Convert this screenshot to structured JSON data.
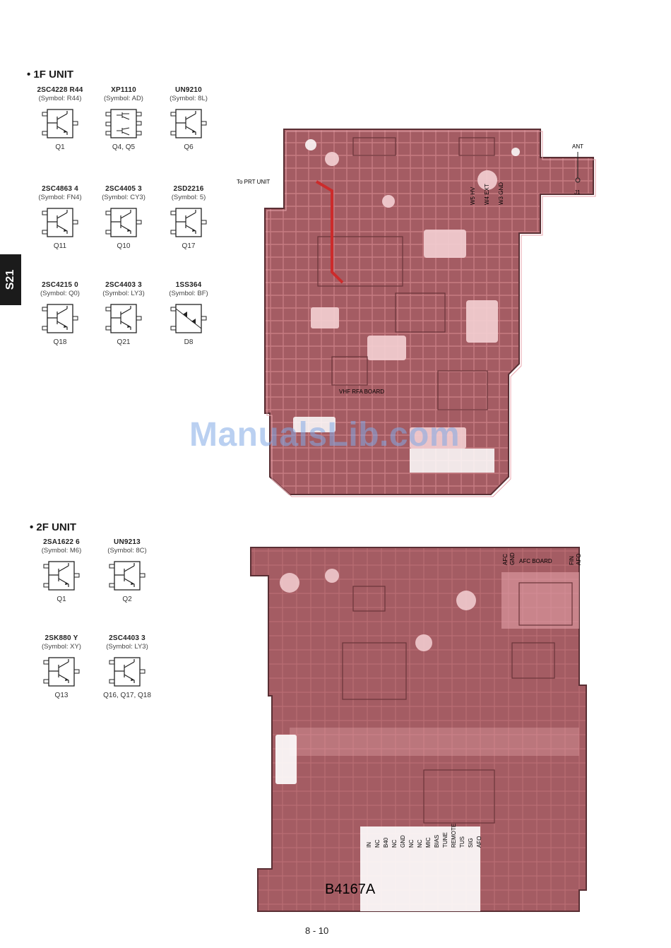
{
  "side_tab": "S21",
  "unit1": {
    "title": "• 1F UNIT",
    "parts": [
      {
        "pn": "2SC4228 R44",
        "sym": "(Symbol: R44)",
        "ref": "Q1"
      },
      {
        "pn": "XP1110",
        "sym": "(Symbol: AD)",
        "ref": "Q4, Q5"
      },
      {
        "pn": "UN9210",
        "sym": "(Symbol: 8L)",
        "ref": "Q6"
      },
      {
        "pn": "2SC4863 4",
        "sym": "(Symbol: FN4)",
        "ref": "Q11"
      },
      {
        "pn": "2SC4405 3",
        "sym": "(Symbol: CY3)",
        "ref": "Q10"
      },
      {
        "pn": "2SD2216",
        "sym": "(Symbol: 5)",
        "ref": "Q17"
      },
      {
        "pn": "2SC4215 0",
        "sym": "(Symbol: Q0)",
        "ref": "Q18"
      },
      {
        "pn": "2SC4403 3",
        "sym": "(Symbol: LY3)",
        "ref": "Q21"
      },
      {
        "pn": "1SS364",
        "sym": "(Symbol: BF)",
        "ref": "D8"
      }
    ],
    "board": {
      "label": "VHF RFA BOARD",
      "to_label": "To PRT UNIT",
      "ant_label": "ANT",
      "j1_label": "J1",
      "w_labels": [
        "W5 HV",
        "W4 EXT",
        "W3 GND"
      ]
    }
  },
  "unit2": {
    "title": "• 2F UNIT",
    "parts": [
      {
        "pn": "2SA1622 6",
        "sym": "(Symbol: M6)",
        "ref": "Q1"
      },
      {
        "pn": "UN9213",
        "sym": "(Symbol: 8C)",
        "ref": "Q2"
      },
      {
        "pn": "2SK880 Y",
        "sym": "(Symbol: XY)",
        "ref": "Q13"
      },
      {
        "pn": "2SC4403 3",
        "sym": "(Symbol: LY3)",
        "ref": "Q16, Q17, Q18"
      }
    ],
    "board": {
      "label": "AFC BOARD",
      "code": "B4167A",
      "top_labels": [
        "AFC",
        "GND",
        "FIN",
        "AFO"
      ],
      "pin_labels": [
        "IN",
        "NC",
        "B40",
        "NC",
        "GND",
        "NC",
        "NC",
        "MIC",
        "BIAS",
        "TUNE",
        "REMOTE",
        "TUS",
        "SIG",
        "AFO"
      ]
    }
  },
  "page_number": "8 - 10",
  "watermark": "ManualsLib.com",
  "colors": {
    "pcb": "#a45c63",
    "pcb_dark": "#8d4a52",
    "pcb_light": "#e8a6ad",
    "trace": "#c77b82"
  }
}
